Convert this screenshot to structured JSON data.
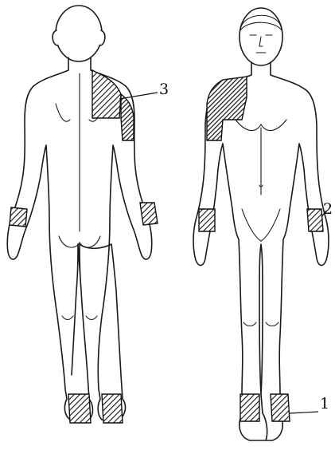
{
  "figure": {
    "callouts": [
      {
        "id": "1",
        "label": "1"
      },
      {
        "id": "2",
        "label": "2"
      },
      {
        "id": "3",
        "label": "3"
      }
    ],
    "colors": {
      "line": "#1a1a1a",
      "hatch": "#111111",
      "background": "#ffffff"
    }
  }
}
